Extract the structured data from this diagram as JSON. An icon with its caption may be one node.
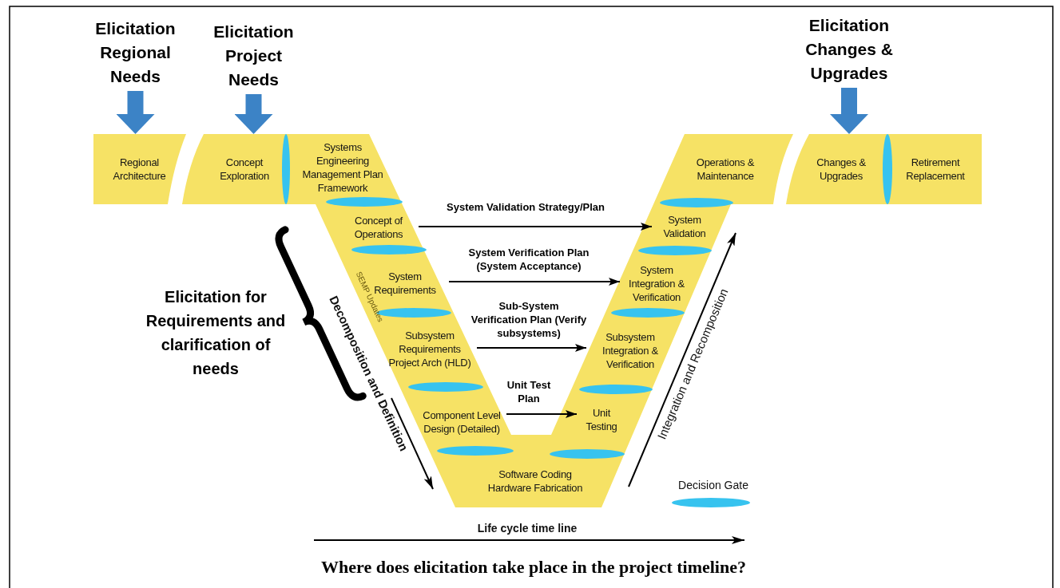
{
  "diagram": {
    "caption": "Where does elicitation take place in the project timeline?",
    "nodes": [
      {
        "text": [
          "Elicitation Regional Needs"
        ]
      },
      {
        "text": [
          "Elicitation Project Needs"
        ]
      },
      {
        "text": [
          "Elicitation Changes & Upgrades"
        ]
      },
      {
        "text": [
          "Regional Architecture"
        ]
      },
      {
        "text": [
          "Concept Exploration"
        ]
      },
      {
        "text": [
          "Systems Engineering Management Plan Framework"
        ]
      },
      {
        "text": [
          "Concept of Operations"
        ]
      },
      {
        "text": [
          "System Requirements"
        ]
      },
      {
        "text": [
          "Subsystem Requirements Project Arch (HLD)"
        ]
      },
      {
        "text": [
          "Component Level Design (Detailed)"
        ]
      },
      {
        "text": [
          "Software Coding Hardware Fabrication"
        ]
      },
      {
        "text": [
          "Unit Testing"
        ]
      },
      {
        "text": [
          "Subsystem Integration & Verification"
        ]
      },
      {
        "text": [
          "System Integration & Verification"
        ]
      },
      {
        "text": [
          "System Validation"
        ]
      },
      {
        "text": [
          "Operations & Maintenance"
        ]
      },
      {
        "text": [
          "Changes & Upgrades"
        ]
      },
      {
        "text": [
          "Retirement Replacement"
        ]
      }
    ],
    "edges": [
      {
        "from": 0,
        "to": 3,
        "arrow": "to",
        "style": "thick",
        "color": "#3c83c6"
      },
      {
        "from": 1,
        "to": 4,
        "arrow": "to",
        "style": "thick",
        "color": "#3c83c6"
      },
      {
        "from": 2,
        "to": 16,
        "arrow": "to",
        "style": "thick",
        "color": "#3c83c6"
      },
      {
        "from": 6,
        "to": 14,
        "arrow": "to",
        "label": "System Validation Strategy/Plan"
      },
      {
        "from": 7,
        "to": 13,
        "arrow": "to",
        "label": "System Verification Plan (System Acceptance)"
      },
      {
        "from": 8,
        "to": 12,
        "arrow": "to",
        "label": "Sub-System Verification Plan (Verify subsystems)"
      },
      {
        "from": 9,
        "to": 11,
        "arrow": "to",
        "label": "Unit Test Plan"
      }
    ],
    "labels": [
      "Elicitation for Requirements and clarification of needs",
      "SEMP Updates",
      "Decomposition and Definition",
      "Integration and Recomposition",
      "Life cycle time line"
    ],
    "legend": [
      {
        "text": "Decision Gate"
      }
    ]
  }
}
